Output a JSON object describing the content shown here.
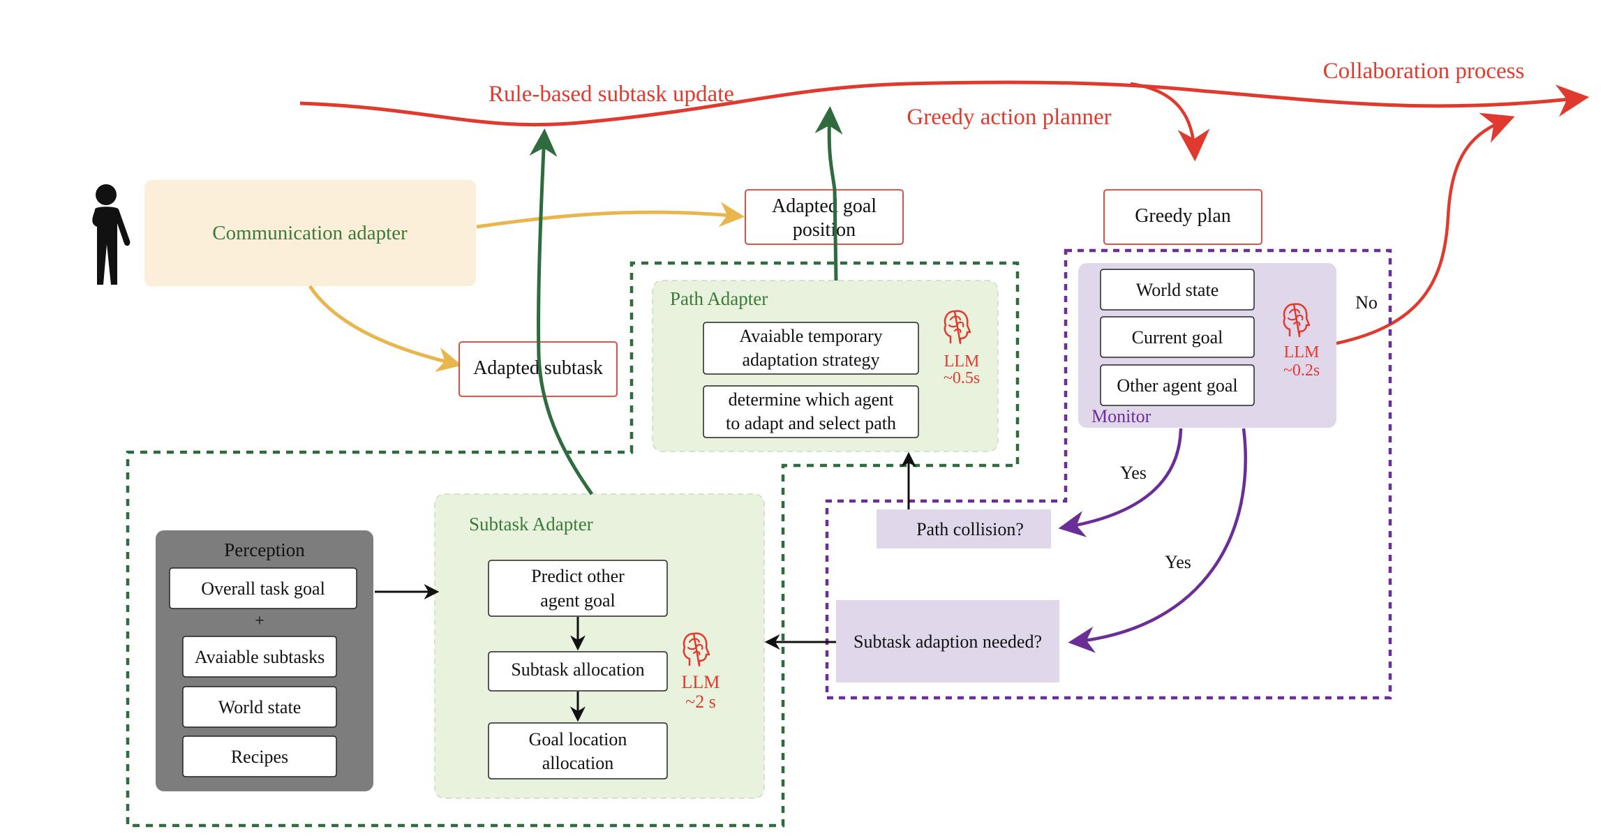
{
  "flow": {
    "rule_based_update": "Rule-based subtask update",
    "greedy_action_planner": "Greedy action planner",
    "collaboration_process": "Collaboration process"
  },
  "communication_adapter": {
    "label": "Communication adapter"
  },
  "adapted_goal_position": {
    "line1": "Adapted goal",
    "line2": "position"
  },
  "adapted_subtask": {
    "label": "Adapted subtask"
  },
  "greedy_plan": {
    "label": "Greedy plan"
  },
  "path_adapter": {
    "title": "Path Adapter",
    "step1": {
      "line1": "Avaiable temporary",
      "line2": "adaptation strategy"
    },
    "step2": {
      "line1": "determine which agent",
      "line2": "to adapt and select path"
    },
    "llm_label": "LLM",
    "llm_time": "~0.5s"
  },
  "monitor": {
    "title": "Monitor",
    "items": [
      "World state",
      "Current goal",
      "Other agent goal"
    ],
    "llm_label": "LLM",
    "llm_time": "~0.2s",
    "no_label": "No",
    "yes_label_1": "Yes",
    "yes_label_2": "Yes"
  },
  "path_collision": {
    "label": "Path collision?"
  },
  "subtask_adaption_needed": {
    "label": "Subtask adaption needed?"
  },
  "perception": {
    "title": "Perception",
    "items": [
      "Overall task goal",
      "Avaiable subtasks",
      "World state",
      "Recipes"
    ],
    "plus": "+"
  },
  "subtask_adapter": {
    "title": "Subtask Adapter",
    "step1": {
      "line1": "Predict other",
      "line2": "agent goal"
    },
    "step2": {
      "line1": "Subtask allocation"
    },
    "step3": {
      "line1": "Goal location",
      "line2": "allocation"
    },
    "llm_label": "LLM",
    "llm_time": "~2 s"
  },
  "colors": {
    "red": "#e03a2f",
    "green_dark": "#2e6b3d",
    "green_text": "#3a7a3a",
    "orange": "#e8b64c",
    "purple": "#6a2f96",
    "purple_fill": "#e0d8ea",
    "green_fill": "#e8f2dc",
    "cream_fill": "#fcefd9",
    "gray_fill": "#7d7d7d"
  }
}
